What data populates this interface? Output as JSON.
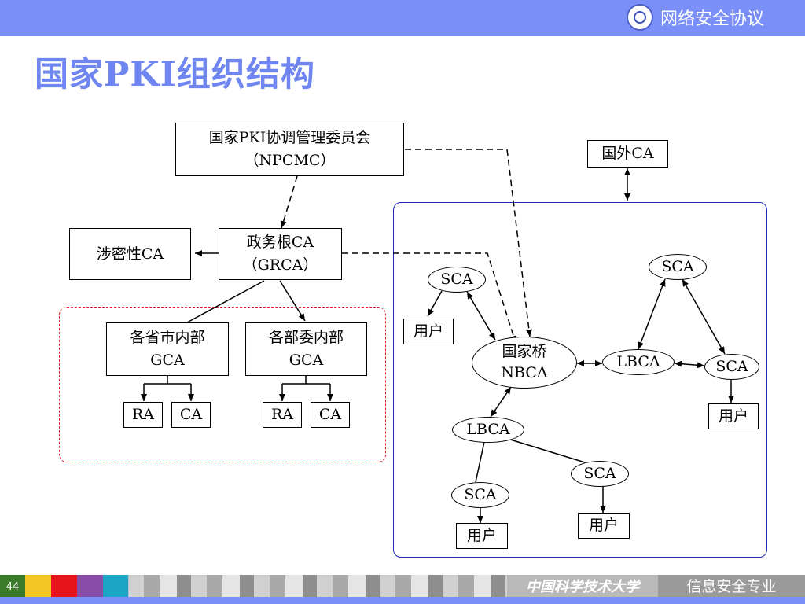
{
  "header": {
    "course_title": "网络安全协议",
    "logo_icon": "university-seal-icon"
  },
  "slide": {
    "title": "国家PKI组织结构"
  },
  "nodes": {
    "npcmc": {
      "line1": "国家PKI协调管理委员会",
      "line2": "（NPCMC）"
    },
    "foreign_ca": {
      "label": "国外CA"
    },
    "secret_ca": {
      "label": "涉密性CA"
    },
    "grca": {
      "line1": "政务根CA",
      "line2": "（GRCA）"
    },
    "province_gca": {
      "line1": "各省市内部",
      "line2": "GCA"
    },
    "ministry_gca": {
      "line1": "各部委内部",
      "line2": "GCA"
    },
    "province_ra": {
      "label": "RA"
    },
    "province_ca": {
      "label": "CA"
    },
    "ministry_ra": {
      "label": "RA"
    },
    "ministry_ca": {
      "label": "CA"
    },
    "nbca": {
      "line1": "国家桥",
      "line2": "NBCA"
    },
    "sca_left": {
      "label": "SCA"
    },
    "user_left": {
      "label": "用户"
    },
    "sca_top_right": {
      "label": "SCA"
    },
    "lbca_right": {
      "label": "LBCA"
    },
    "sca_right": {
      "label": "SCA"
    },
    "user_right": {
      "label": "用户"
    },
    "lbca_bottom": {
      "label": "LBCA"
    },
    "sca_bottom_left": {
      "label": "SCA"
    },
    "user_bottom_left": {
      "label": "用户"
    },
    "sca_bottom_right": {
      "label": "SCA"
    },
    "user_bottom_right": {
      "label": "用户"
    }
  },
  "footer": {
    "page_number": "44",
    "university": "中国科学技术大学",
    "major": "信息安全专业",
    "color_squares": [
      "#f2c623",
      "#e8141c",
      "#8a4ea8",
      "#1aa6c4"
    ]
  }
}
